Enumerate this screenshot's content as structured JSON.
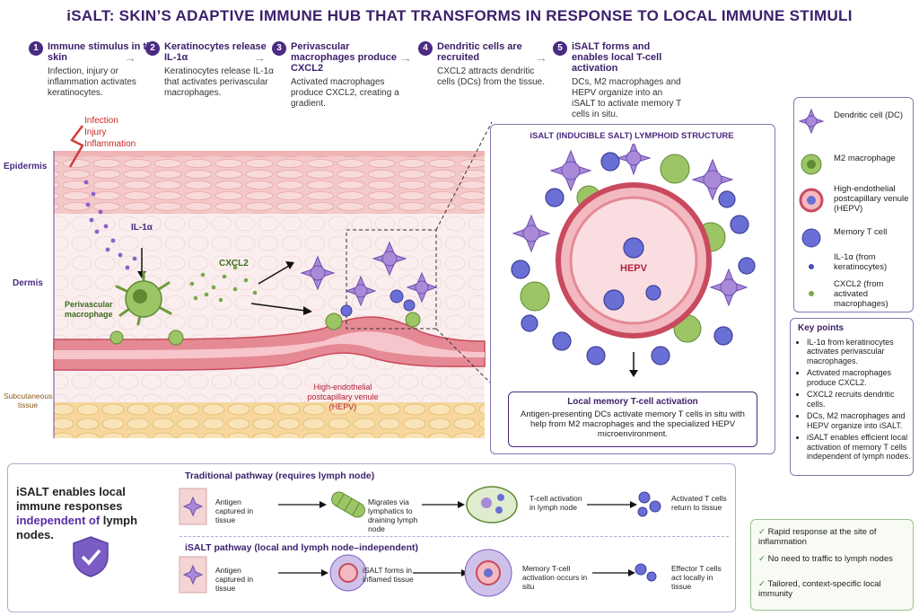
{
  "title": "iSALT: SKIN’S ADAPTIVE IMMUNE HUB THAT TRANSFORMS IN RESPONSE TO LOCAL IMMUNE STIMULI",
  "steps": [
    {
      "num": "1",
      "title": "Immune stimulus in the skin",
      "desc": "Infection, injury or inflammation activates keratinocytes."
    },
    {
      "num": "2",
      "title": "Keratinocytes release IL-1α",
      "desc": "Keratinocytes release IL-1α that activates perivascular macrophages."
    },
    {
      "num": "3",
      "title": "Perivascular macrophages produce CXCL2",
      "desc": "Activated macrophages produce CXCL2, creating a gradient."
    },
    {
      "num": "4",
      "title": "Dendritic cells are recruited",
      "desc": "CXCL2 attracts dendritic cells (DCs) from the tissue."
    },
    {
      "num": "5",
      "title": "iSALT forms and enables local T-cell activation",
      "desc": "DCs, M2 macrophages and HEPV organize into an iSALT to activate memory T cells in situ."
    }
  ],
  "skin": {
    "stimuli": [
      "Infection",
      "Injury",
      "Inflammation"
    ],
    "epidermis": "Epidermis",
    "dermis": "Dermis",
    "subcutaneous": "Subcutaneous tissue",
    "il1a": "IL-1α",
    "cxcl2": "CXCL2",
    "macrophage": "Perivascular macrophage",
    "hepv": "High-endothelial postcapillary venule (HEPV)"
  },
  "isalt_panel": {
    "title": "iSALT (INDUCIBLE SALT) LYMPHOID STRUCTURE",
    "hepv": "HEPV",
    "activation_title": "Local memory T-cell activation",
    "activation_desc": "Antigen-presenting DCs activate memory T cells in situ with help from M2 macrophages and the specialized HEPV microenvironment."
  },
  "legend": [
    {
      "icon": "dendritic-cell-icon",
      "label": "Dendritic cell (DC)"
    },
    {
      "icon": "m2-macrophage-icon",
      "label": "M2 macrophage"
    },
    {
      "icon": "hepv-icon",
      "label": "High-endothelial postcapillary venule (HEPV)"
    },
    {
      "icon": "memory-t-cell-icon",
      "label": "Memory T cell"
    },
    {
      "icon": "il1a-dot-icon",
      "label": "IL-1α (from keratinocytes)"
    },
    {
      "icon": "cxcl2-dot-icon",
      "label": "CXCL2 (from activated macrophages)"
    }
  ],
  "key_points": {
    "title": "Key points",
    "items": [
      "IL-1α from keratinocytes activates perivascular macrophages.",
      "Activated macrophages produce CXCL2.",
      "CXCL2 recruits dendritic cells.",
      "DCs, M2 macrophages and HEPV organize into iSALT.",
      "iSALT enables efficient local activation of memory T cells independent of lymph nodes."
    ]
  },
  "bottom": {
    "headline_a": "iSALT enables local immune responses ",
    "headline_b": "independent of",
    "headline_c": " lymph nodes.",
    "traditional_title": "Traditional pathway (requires lymph node)",
    "traditional_steps": [
      "Antigen captured in tissue",
      "Migrates via lymphatics to draining lymph node",
      "T-cell activation in lymph node",
      "Activated T cells return to tissue"
    ],
    "isalt_title": "iSALT pathway (local and lymph node–independent)",
    "isalt_steps": [
      "Antigen captured in tissue",
      "iSALT forms in inflamed tissue",
      "Memory T-cell activation occurs in situ",
      "Effector T cells act locally in tissue"
    ]
  },
  "benefits": [
    "Rapid response at the site of inflammation",
    "No need to traffic to lymph nodes",
    "Tailored, context-specific local immunity"
  ],
  "colors": {
    "accent": "#4a2a82",
    "dc": "#8b6cc8",
    "macrophage": "#79a94a",
    "tcell": "#4b4fb8",
    "vessel": "#c94a5e"
  }
}
